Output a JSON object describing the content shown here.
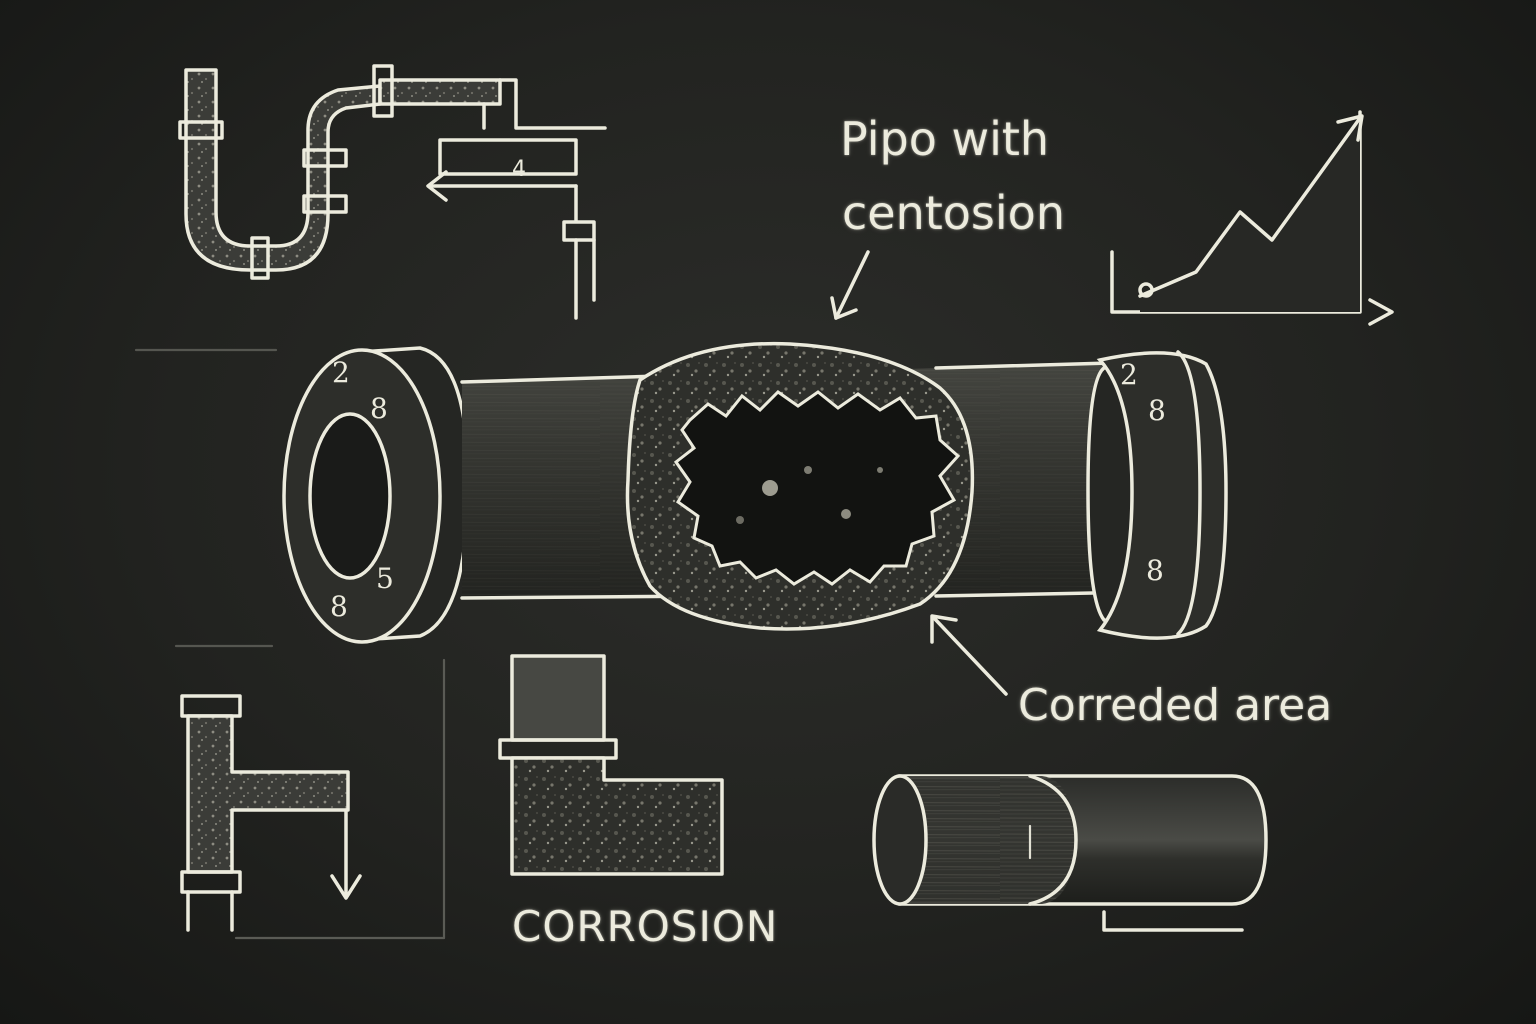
{
  "labels": {
    "title_line1": "Pipo with",
    "title_line2": "centosion",
    "corroded_area": "Correded area",
    "corrosion": "CORROSION"
  },
  "flange_numbers": {
    "left": [
      "2",
      "8",
      "5",
      "8"
    ],
    "right": [
      "2",
      "8",
      "8"
    ]
  },
  "valve_number": "4",
  "colors": {
    "board": "#1f201e",
    "chalk": "#ecebdd"
  }
}
